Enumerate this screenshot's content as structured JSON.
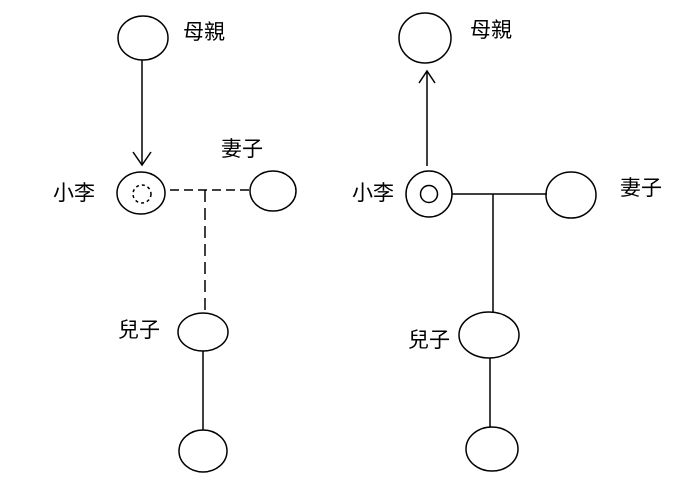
{
  "left_diagram": {
    "labels": {
      "mother": "母親",
      "wife": "妻子",
      "self": "小李",
      "son": "兒子"
    },
    "self_marker": "dashed inner circle",
    "marriage_line": "dashed",
    "descent_line": "dashed",
    "arrow_direction": "mother-to-self"
  },
  "right_diagram": {
    "labels": {
      "mother": "母親",
      "wife": "妻子",
      "self": "小李",
      "son": "兒子"
    },
    "self_marker": "solid inner circle",
    "marriage_line": "solid",
    "descent_line": "solid",
    "arrow_direction": "self-to-mother"
  },
  "colors": {
    "stroke": "#000000",
    "background": "#ffffff"
  }
}
